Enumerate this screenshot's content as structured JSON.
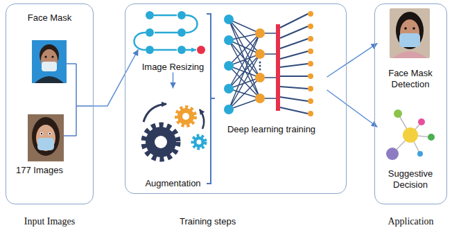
{
  "diagram": {
    "nodes": [
      {
        "text": [
          "Face Mask",
          "177 Images",
          "Input Images"
        ]
      },
      {
        "text": [
          "Training steps"
        ]
      },
      {
        "text": [
          "Image Resizing"
        ],
        "in": 1
      },
      {
        "text": [
          "Augmentation"
        ],
        "in": 1
      },
      {
        "text": [
          "Deep learning training"
        ],
        "in": 1
      },
      {
        "text": [
          "Application"
        ]
      },
      {
        "text": [
          "Face Mask Detection"
        ],
        "in": 5
      },
      {
        "text": [
          "Suggestive Decision"
        ],
        "in": 5
      }
    ],
    "edges": [
      {
        "from": 0,
        "to": 2,
        "arrow": "to"
      },
      {
        "from": 2,
        "to": 3,
        "arrow": "to"
      },
      {
        "from": 4,
        "to": 6,
        "arrow": "to"
      },
      {
        "from": 4,
        "to": 7,
        "arrow": "to"
      }
    ]
  }
}
